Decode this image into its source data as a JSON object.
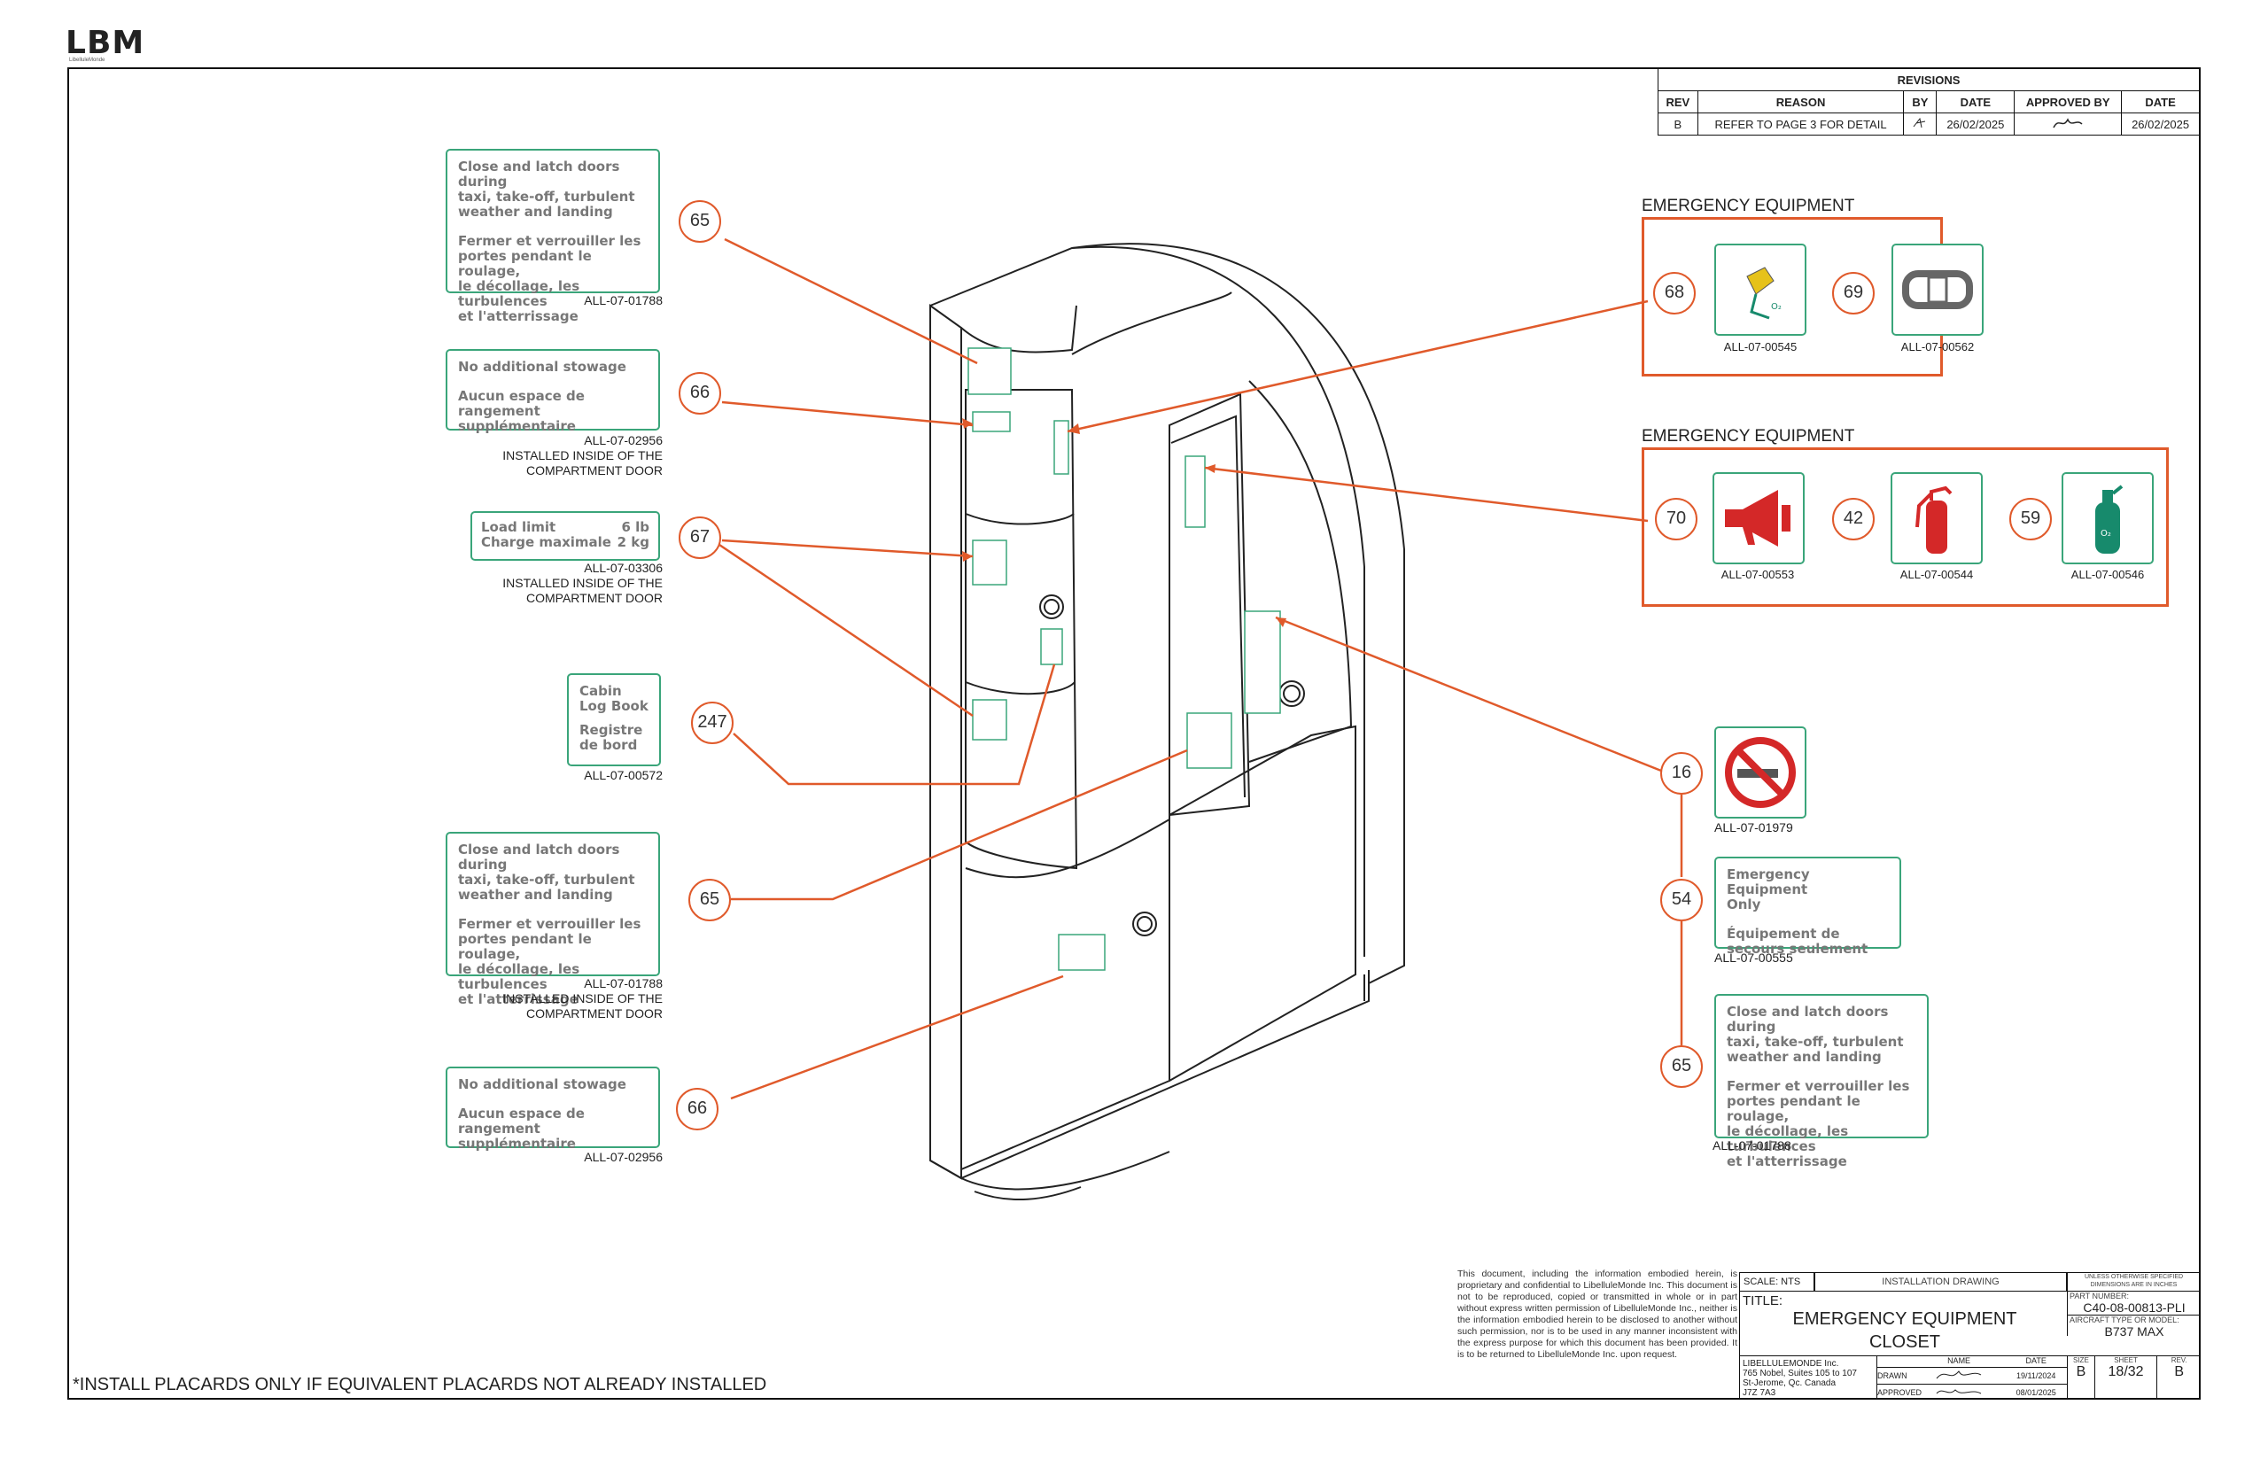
{
  "header": {
    "logo": "LBM",
    "logo_sub": "LibelluleMonde"
  },
  "revisions": {
    "title": "REVISIONS",
    "columns": [
      "REV",
      "REASON",
      "BY",
      "DATE",
      "APPROVED BY",
      "DATE"
    ],
    "rows": [
      [
        "B",
        "REFER TO PAGE 3 FOR DETAIL",
        "",
        "26/02/2025",
        "",
        "26/02/2025"
      ]
    ]
  },
  "placards": {
    "p65a": {
      "lines1": [
        "Close and latch doors during",
        "taxi, take-off, turbulent",
        "weather and landing"
      ],
      "lines2": [
        "Fermer et verrouiller les",
        "portes pendant le roulage,",
        "le décollage, les turbulences",
        "et l'atterrissage"
      ],
      "part": "ALL-07-01788"
    },
    "p66a": {
      "lines1": [
        "No additional stowage"
      ],
      "lines2": [
        "Aucun espace de",
        "rangement supplémentaire"
      ],
      "part": "ALL-07-02956",
      "note1": "INSTALLED INSIDE OF THE",
      "note2": "COMPARTMENT DOOR"
    },
    "p67": {
      "row1_label": "Load limit",
      "row1_value": "6 lb",
      "row2_label": "Charge maximale",
      "row2_value": "2 kg",
      "part": "ALL-07-03306",
      "note1": "INSTALLED INSIDE OF THE",
      "note2": "COMPARTMENT DOOR"
    },
    "p247": {
      "lines1": [
        "Cabin",
        "Log Book"
      ],
      "lines2": [
        "Registre",
        "de bord"
      ],
      "part": "ALL-07-00572"
    },
    "p65b": {
      "lines1": [
        "Close and latch doors during",
        "taxi, take-off, turbulent",
        "weather and landing"
      ],
      "lines2": [
        "Fermer et verrouiller les",
        "portes pendant le roulage,",
        "le décollage, les turbulences",
        "et l'atterrissage"
      ],
      "part": "ALL-07-01788",
      "note1": "INSTALLED INSIDE OF THE",
      "note2": "COMPARTMENT DOOR"
    },
    "p66b": {
      "lines1": [
        "No additional stowage"
      ],
      "lines2": [
        "Aucun espace de",
        "rangement supplémentaire"
      ],
      "part": "ALL-07-02956"
    },
    "p54": {
      "lines1": [
        "Emergency Equipment",
        "Only"
      ],
      "lines2": [
        "Équipement de",
        "secours seulement"
      ],
      "part": "ALL-07-00555"
    },
    "p65c": {
      "lines1": [
        "Close and latch doors during",
        "taxi, take-off, turbulent",
        "weather and landing"
      ],
      "lines2": [
        "Fermer et verrouiller les",
        "portes pendant le roulage,",
        "le décollage, les turbulences",
        "et l'atterrissage"
      ],
      "part": "ALL-07-01788"
    },
    "p16": {
      "part": "ALL-07-01979"
    }
  },
  "callouts": {
    "c65a": "65",
    "c66a": "66",
    "c67": "67",
    "c247": "247",
    "c65b": "65",
    "c66b": "66",
    "c68": "68",
    "c69": "69",
    "c70": "70",
    "c42": "42",
    "c59": "59",
    "c16": "16",
    "c54": "54",
    "c65c": "65"
  },
  "groups": {
    "g1": {
      "title": "EMERGENCY EQUIPMENT",
      "items": [
        {
          "callout": "68",
          "part": "ALL-07-00545",
          "icon": "oxygen-mask-icon"
        },
        {
          "callout": "69",
          "part": "ALL-07-00562",
          "icon": "seatbelt-icon"
        }
      ]
    },
    "g2": {
      "title": "EMERGENCY EQUIPMENT",
      "items": [
        {
          "callout": "70",
          "part": "ALL-07-00553",
          "icon": "megaphone-icon"
        },
        {
          "callout": "42",
          "part": "ALL-07-00544",
          "icon": "fire-extinguisher-icon"
        },
        {
          "callout": "59",
          "part": "ALL-07-00546",
          "icon": "oxygen-bottle-icon"
        }
      ]
    }
  },
  "colors": {
    "callout": "#e05a2b",
    "placard_border": "#3aa57a",
    "red": "#d42828",
    "green": "#178a6c"
  },
  "footer": {
    "install_note": "*INSTALL PLACARDS ONLY IF EQUIVALENT PLACARDS NOT ALREADY INSTALLED",
    "disclaimer": "This document, including the information embodied herein, is proprietary and confidential to LibelluleMonde Inc. This document is not to be reproduced, copied or transmitted in whole or in part without express written permission of LibelluleMonde Inc., neither is the information embodied herein to be disclosed to another without such permission, nor is to be used in any manner inconsistent with the express purpose for which this document has been provided. It is to be returned to LibelluleMonde Inc. upon request.",
    "scale": "SCALE: NTS",
    "drawing_type": "INSTALLATION DRAWING",
    "units_note": "UNLESS OTHERWISE SPECIFIED DIMENSIONS ARE IN INCHES",
    "title_label": "TITLE:",
    "title_line1": "EMERGENCY EQUIPMENT",
    "title_line2": "CLOSET",
    "part_number_label": "PART NUMBER:",
    "part_number": "C40-08-00813-PLI",
    "aircraft_label": "AIRCRAFT TYPE OR MODEL:",
    "aircraft": "B737 MAX",
    "company": "LIBELLULEMONDE Inc.",
    "address1": "765 Nobel, Suites 105 to 107",
    "address2": "St-Jerome, Qc. Canada",
    "address3": "J7Z 7A3",
    "name_col": "NAME",
    "date_col": "DATE",
    "drawn_label": "DRAWN",
    "drawn_date": "19/11/2024",
    "approved_label": "APPROVED",
    "approved_date": "08/01/2025",
    "size_label": "SIZE",
    "size": "B",
    "sheet_label": "SHEET",
    "sheet": "18/32",
    "rev_label": "REV.",
    "rev": "B"
  }
}
